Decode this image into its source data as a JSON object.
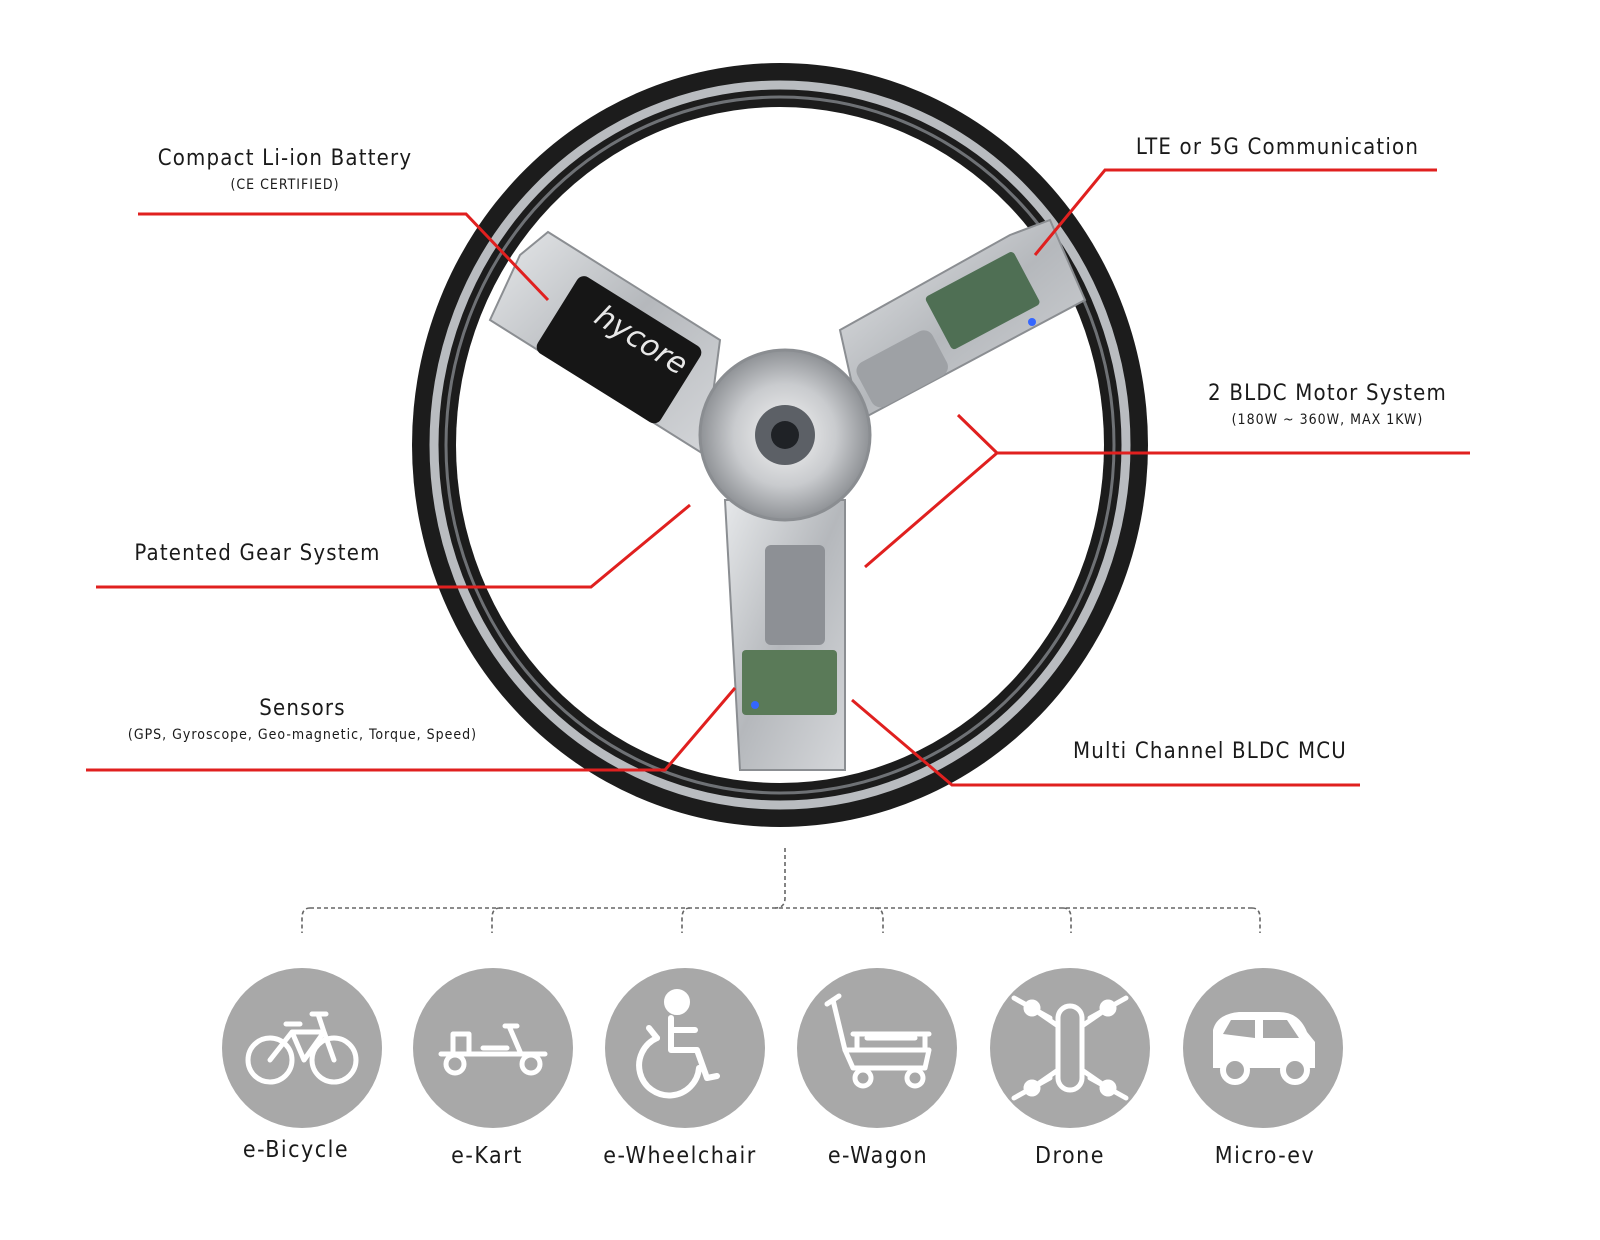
{
  "callouts": [
    {
      "id": "battery",
      "title": "Compact Li-ion Battery",
      "sub": "(CE CERTIFIED)"
    },
    {
      "id": "comm",
      "title": "LTE or 5G Communication",
      "sub": ""
    },
    {
      "id": "motor",
      "title": "2 BLDC Motor System",
      "sub": "(180W ~ 360W, MAX 1KW)"
    },
    {
      "id": "gear",
      "title": "Patented Gear System",
      "sub": ""
    },
    {
      "id": "sensors",
      "title": "Sensors",
      "sub": "(GPS, Gyroscope, Geo-magnetic, Torque, Speed)"
    },
    {
      "id": "mcu",
      "title": "Multi Channel BLDC MCU",
      "sub": ""
    }
  ],
  "wheel_logo": "hycore",
  "applications": [
    {
      "label": "e-Bicycle",
      "icon": "bicycle-icon"
    },
    {
      "label": "e-Kart",
      "icon": "kart-icon"
    },
    {
      "label": "e-Wheelchair",
      "icon": "wheelchair-icon"
    },
    {
      "label": "e-Wagon",
      "icon": "wagon-icon"
    },
    {
      "label": "Drone",
      "icon": "drone-icon"
    },
    {
      "label": "Micro-ev",
      "icon": "car-icon"
    }
  ],
  "colors": {
    "leader": "#e0201f",
    "icon_bg": "#a8a8a8",
    "tire": "#1c1c1c",
    "rim": "#b9bcc0",
    "dashed": "#666666"
  }
}
